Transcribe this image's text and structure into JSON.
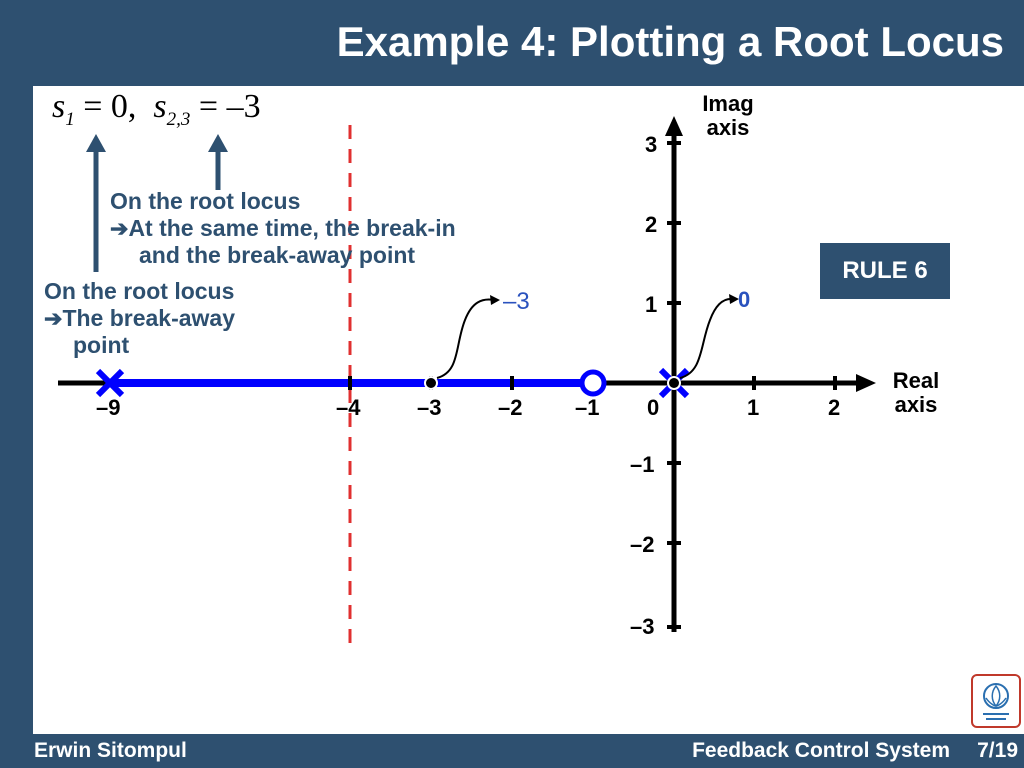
{
  "slide": {
    "title": "Example 4: Plotting a Root Locus",
    "rule_badge": "RULE 6",
    "footer_author": "Erwin Sitompul",
    "footer_course": "Feedback Control System",
    "footer_page": "7/19"
  },
  "formula": {
    "s1": "s",
    "s1_sub": "1",
    "s1_eq": "= 0,",
    "s23": "s",
    "s23_sub": "2,3",
    "s23_eq": "= –3"
  },
  "notes": {
    "break_in_line1": "On the root locus",
    "break_in_line2": "At the same time, the break-in",
    "break_in_line3": "and the break-away point",
    "break_away_line1": "On the root locus",
    "break_away_line2": "The break-away",
    "break_away_line3": "point",
    "arrow_glyph": "➔"
  },
  "axes": {
    "imag_label": "Imag",
    "imag_label2": "axis",
    "real_label": "Real",
    "real_label2": "axis",
    "x_ticks": [
      "–9",
      "–4",
      "–3",
      "–2",
      "–1",
      "0",
      "1",
      "2"
    ],
    "y_ticks_pos": [
      "3",
      "2",
      "1"
    ],
    "y_ticks_neg": [
      "–1",
      "–2",
      "–3"
    ]
  },
  "callouts": {
    "minus3": "–3",
    "zero": "0"
  },
  "colors": {
    "header": "#2e5070",
    "locus": "#0000ff",
    "asymptote": "#e03030",
    "note_text": "#2e5070"
  },
  "icons": {
    "pole": "x-mark-icon",
    "zero": "circle-icon",
    "arrow": "up-arrow-icon",
    "logo": "university-logo"
  }
}
